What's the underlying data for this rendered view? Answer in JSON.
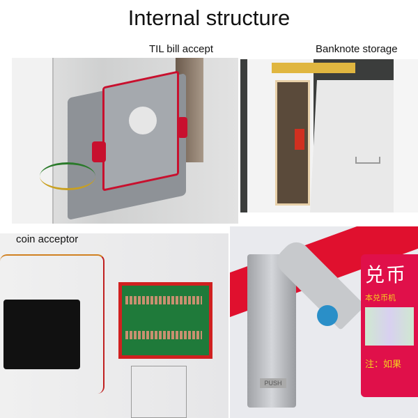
{
  "title": "Internal structure",
  "captions": {
    "bill_acceptor": "TIL bill accept",
    "banknote_storage": "Banknote storage",
    "coin_acceptor": "coin acceptor"
  },
  "photo_text": {
    "lock_button": "PUSH",
    "sign_heading": "兑币",
    "sign_line1": "本兑币机",
    "sign_line2": "注：如果"
  },
  "colors": {
    "accent_red": "#e0102e",
    "device_gray": "#8c8f94",
    "pcb_green": "#1f7a3a"
  }
}
